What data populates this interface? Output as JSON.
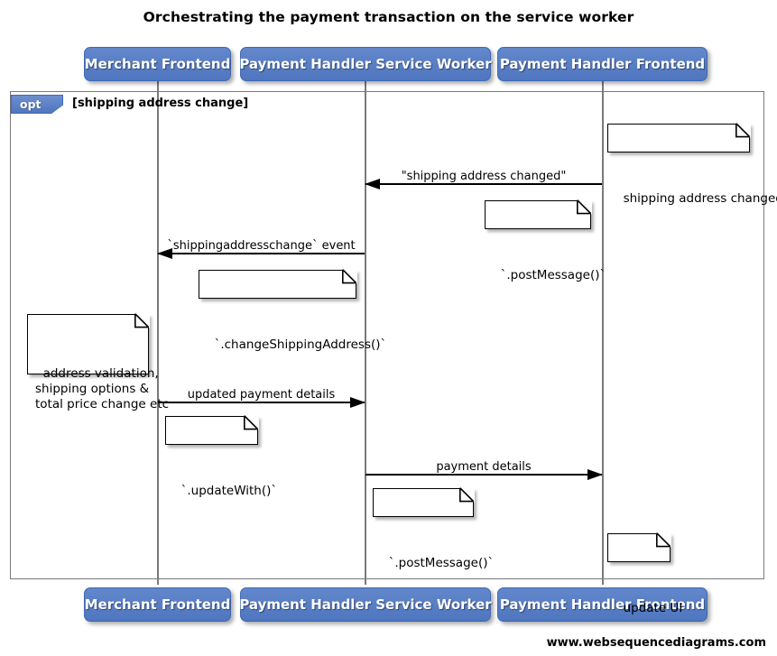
{
  "title": "Orchestrating the payment transaction on the service worker",
  "footer": "www.websequencediagrams.com",
  "colors": {
    "participant_fill": "#5179c0",
    "participant_border": "#3f68b4",
    "participant_text": "#ffffff",
    "frame_border": "#7a7a7a",
    "lifeline": "#7a7a7a",
    "note_fill": "#ffffff",
    "note_border": "#000000",
    "arrow": "#000000",
    "background": "#ffffff"
  },
  "participants": [
    {
      "id": "merchant-frontend",
      "label": "Merchant Frontend"
    },
    {
      "id": "payment-handler-service-worker",
      "label": "Payment Handler Service Worker"
    },
    {
      "id": "payment-handler-frontend",
      "label": "Payment Handler Frontend"
    }
  ],
  "fragment": {
    "type": "opt",
    "label": "opt",
    "guard": "[shipping address change]"
  },
  "messages": [
    {
      "id": "msg-shipping-address-changed",
      "label": "\"shipping address changed\"",
      "from": "payment-handler-frontend",
      "to": "payment-handler-service-worker",
      "direction": "left"
    },
    {
      "id": "msg-shippingaddresschange-event",
      "label": "`shippingaddresschange` event",
      "from": "payment-handler-service-worker",
      "to": "merchant-frontend",
      "direction": "left"
    },
    {
      "id": "msg-updated-payment-details",
      "label": "updated payment details",
      "from": "merchant-frontend",
      "to": "payment-handler-service-worker",
      "direction": "right"
    },
    {
      "id": "msg-payment-details",
      "label": "payment details",
      "from": "payment-handler-service-worker",
      "to": "payment-handler-frontend",
      "direction": "right"
    }
  ],
  "notes": [
    {
      "id": "note-shipping-address-changed",
      "text": "shipping address changed",
      "over": "payment-handler-frontend"
    },
    {
      "id": "note-post-message-top",
      "text": "`.postMessage()`",
      "over": "payment-handler-frontend"
    },
    {
      "id": "note-change-shipping-address",
      "text": "`.changeShippingAddress()`",
      "over": "payment-handler-service-worker"
    },
    {
      "id": "note-address-validation",
      "text": "address validation,\nshipping options &\ntotal price change etc",
      "over": "merchant-frontend"
    },
    {
      "id": "note-update-with",
      "text": "`.updateWith()`",
      "over": "merchant-frontend"
    },
    {
      "id": "note-post-message-bottom",
      "text": "`.postMessage()`",
      "over": "payment-handler-service-worker"
    },
    {
      "id": "note-update-ui",
      "text": "update UI",
      "over": "payment-handler-frontend"
    }
  ]
}
